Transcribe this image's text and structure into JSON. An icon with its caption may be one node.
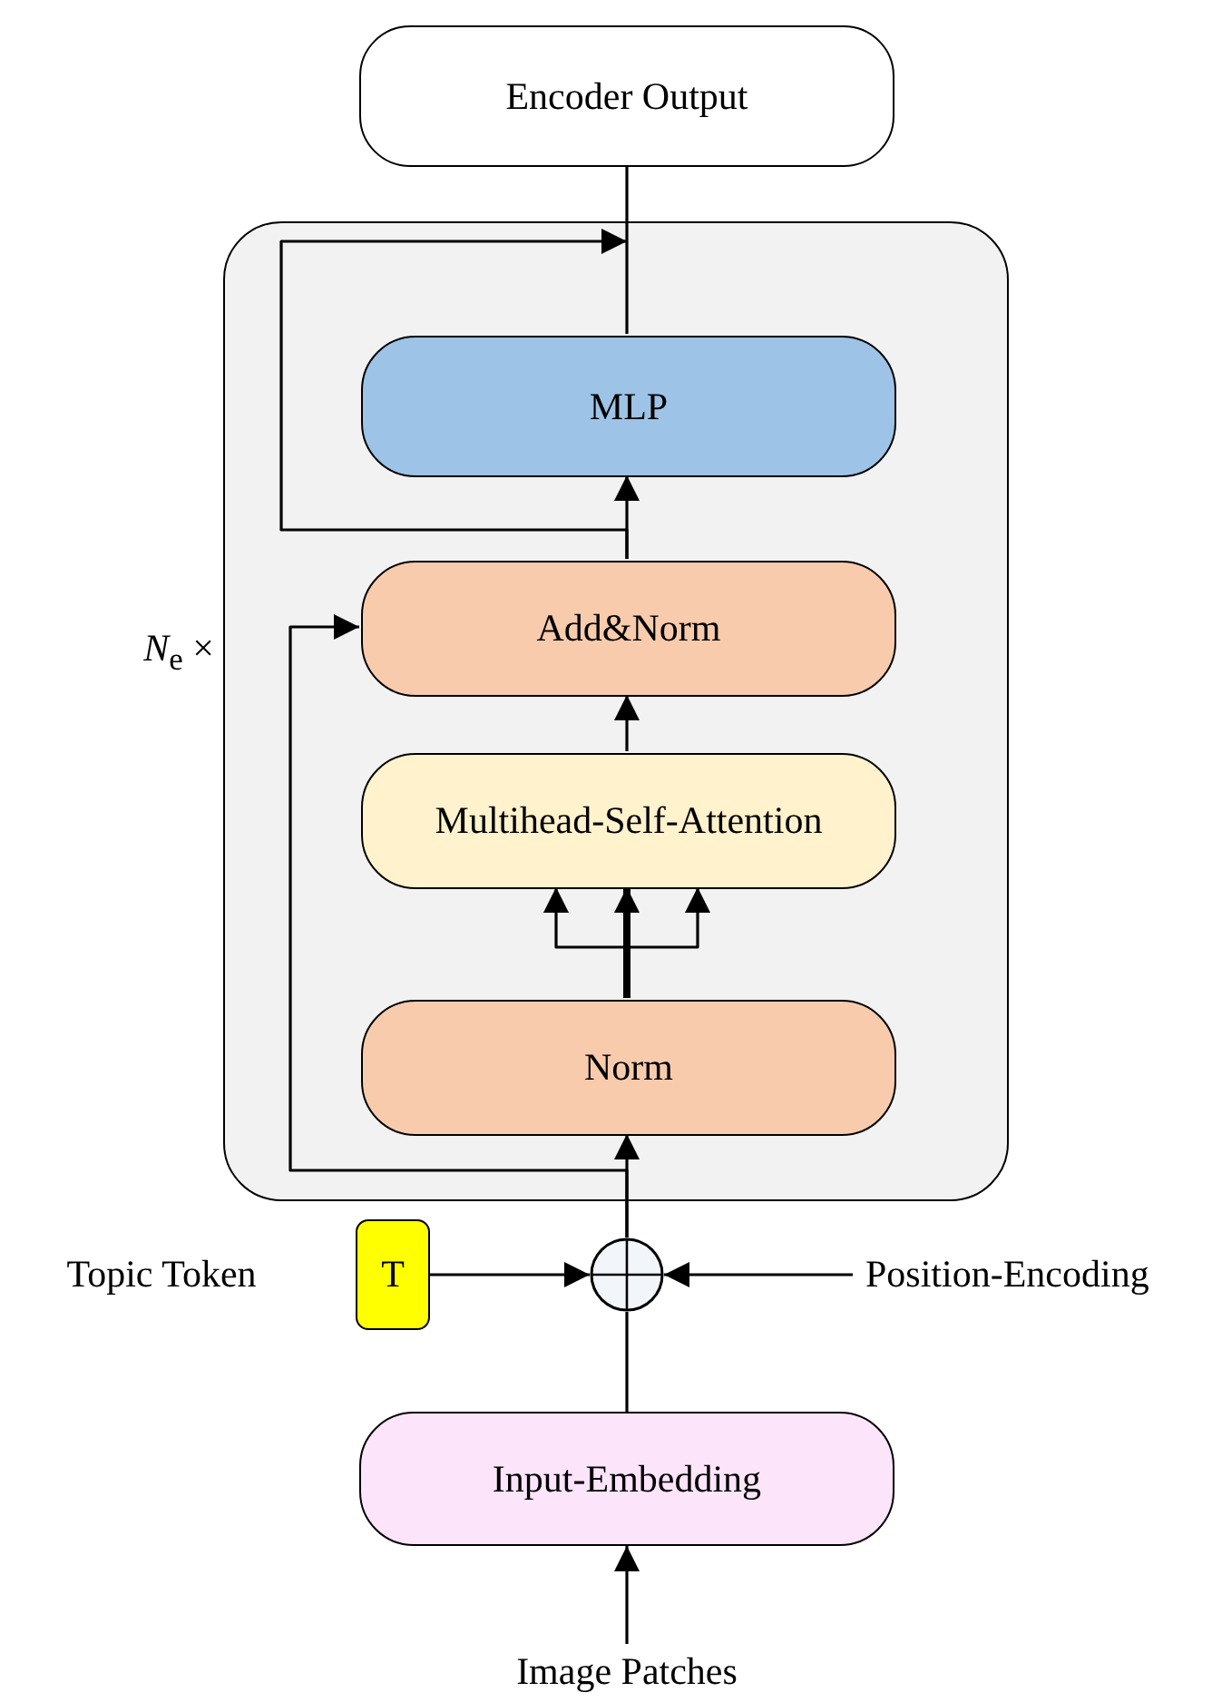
{
  "diagram": {
    "nodes": [
      {
        "text": [
          "Encoder Output"
        ]
      },
      {
        "text": [],
        "shape": "box",
        "beside": [
          "*N*$_{e}$ ×"
        ]
      },
      {
        "text": [
          "MLP"
        ],
        "in": 1
      },
      {
        "text": [
          "Add&Norm"
        ],
        "in": 1
      },
      {
        "text": [
          "Multihead-Self-Attention"
        ],
        "in": 1
      },
      {
        "text": [
          "Norm"
        ],
        "in": 1
      },
      {
        "text": [
          "T"
        ],
        "beside": [
          "Topic Token"
        ]
      },
      {
        "text": [],
        "shape": "circle"
      },
      {
        "text": [
          "Position-Encoding"
        ]
      },
      {
        "text": [
          "Input-Embedding"
        ]
      },
      {
        "text": [
          "Image Patches"
        ]
      }
    ],
    "edges": [
      {
        "from": 10,
        "to": 9,
        "arrow": "to"
      },
      {
        "from": 9,
        "to": 7,
        "arrow": "none"
      },
      {
        "from": 6,
        "to": 7,
        "arrow": "to"
      },
      {
        "from": 8,
        "to": 7,
        "arrow": "to"
      },
      {
        "from": 7,
        "to": 5,
        "arrow": "to"
      },
      {
        "from": 7,
        "to": 3,
        "arrow": "to"
      },
      {
        "from": 5,
        "to": 4,
        "arrow": "to"
      },
      {
        "from": 5,
        "to": 4,
        "arrow": "to",
        "style": "thick"
      },
      {
        "from": 5,
        "to": 4,
        "arrow": "to"
      },
      {
        "from": 4,
        "to": 3,
        "arrow": "to"
      },
      {
        "from": 3,
        "to": 2,
        "arrow": "to"
      },
      {
        "from": 3,
        "to": 0,
        "arrow": "to"
      },
      {
        "from": 2,
        "to": 0,
        "arrow": "none"
      }
    ]
  }
}
